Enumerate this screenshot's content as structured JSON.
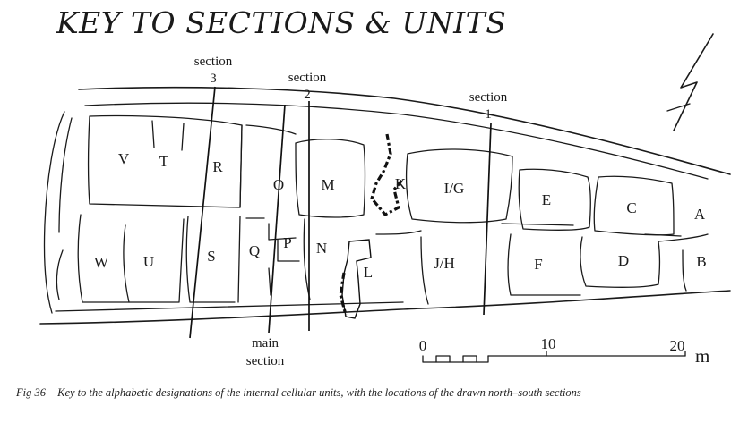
{
  "title": "KEY TO SECTIONS & UNITS",
  "caption": {
    "figure": "Fig 36",
    "text": "Key to the alphabetic designations of the internal cellular units, with the locations of the drawn north–south sections"
  },
  "sections": {
    "s3": {
      "label": "section",
      "number": "3"
    },
    "s2": {
      "label": "section",
      "number": "2"
    },
    "s1": {
      "label": "section",
      "number": "1"
    },
    "main": {
      "line1": "main",
      "line2": "section"
    }
  },
  "units": {
    "V": "V",
    "T": "T",
    "R": "R",
    "O": "O",
    "M": "M",
    "K": "K",
    "IG": "I/G",
    "E": "E",
    "C": "C",
    "A": "A",
    "W": "W",
    "U": "U",
    "S": "S",
    "Q": "Q",
    "P": "P",
    "N": "N",
    "L": "L",
    "JH": "J/H",
    "F": "F",
    "D": "D",
    "B": "B"
  },
  "scale": {
    "zero": "0",
    "ten": "10",
    "twenty": "20",
    "unit": "m"
  },
  "icons": {
    "north": "north-arrow-icon"
  }
}
